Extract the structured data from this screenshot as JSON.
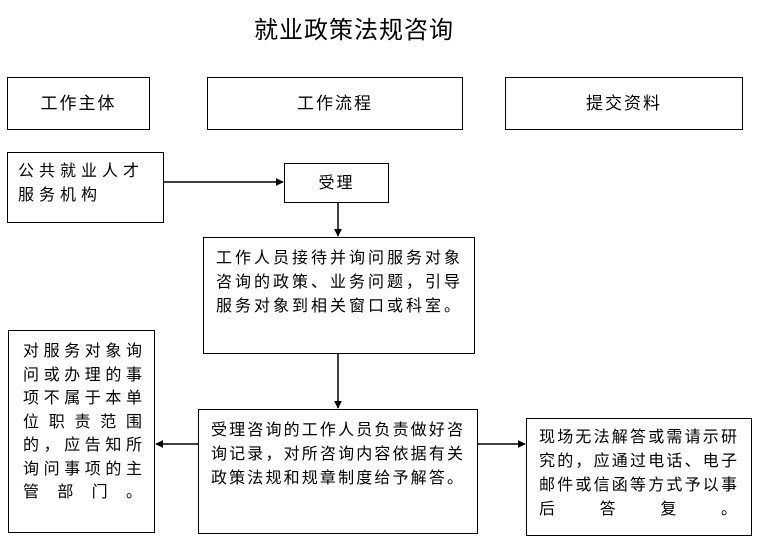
{
  "title": "就业政策法规咨询",
  "headers": {
    "subject": "工作主体",
    "process": "工作流程",
    "materials": "提交资料"
  },
  "nodes": {
    "agency": "公共就业人才服务机构",
    "accept": "受理",
    "inquire": "工作人员接待并询问服务对象咨询的政策、业务问题，引导服务对象到相关窗口或科室。",
    "answer": "受理咨询的工作人员负责做好咨询记录，对所咨询内容依据有关政策法规和规章制度给予解答。",
    "refer": "对服务对象询问或办理的事项不属于本单位职责范围的，应告知所询问事项的主管部门。",
    "followup": "现场无法解答或需请示研究的，应通过电话、电子邮件或信函等方式予以事后答复。"
  }
}
